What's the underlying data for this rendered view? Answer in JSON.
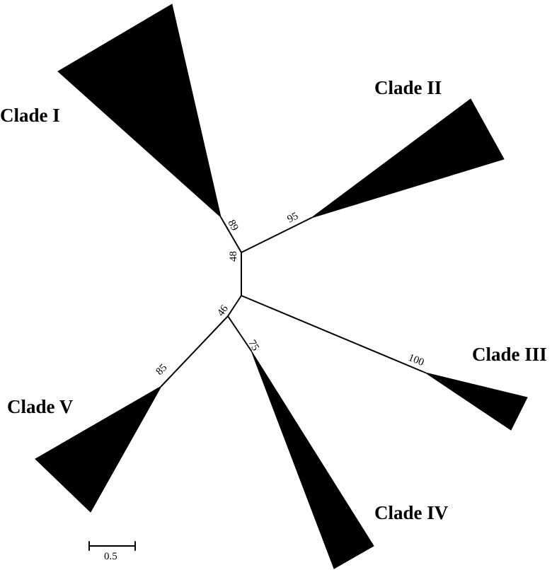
{
  "clades": [
    {
      "id": "I",
      "label": "Clade I",
      "support": "89"
    },
    {
      "id": "II",
      "label": "Clade II",
      "support": "95"
    },
    {
      "id": "III",
      "label": "Clade III",
      "support": "100"
    },
    {
      "id": "IV",
      "label": "Clade IV",
      "support": "75"
    },
    {
      "id": "V",
      "label": "Clade V",
      "support": "85"
    }
  ],
  "internal_supports": {
    "upper_node": "48",
    "lower_node": "46"
  },
  "scale_bar": {
    "label": "0.5"
  }
}
